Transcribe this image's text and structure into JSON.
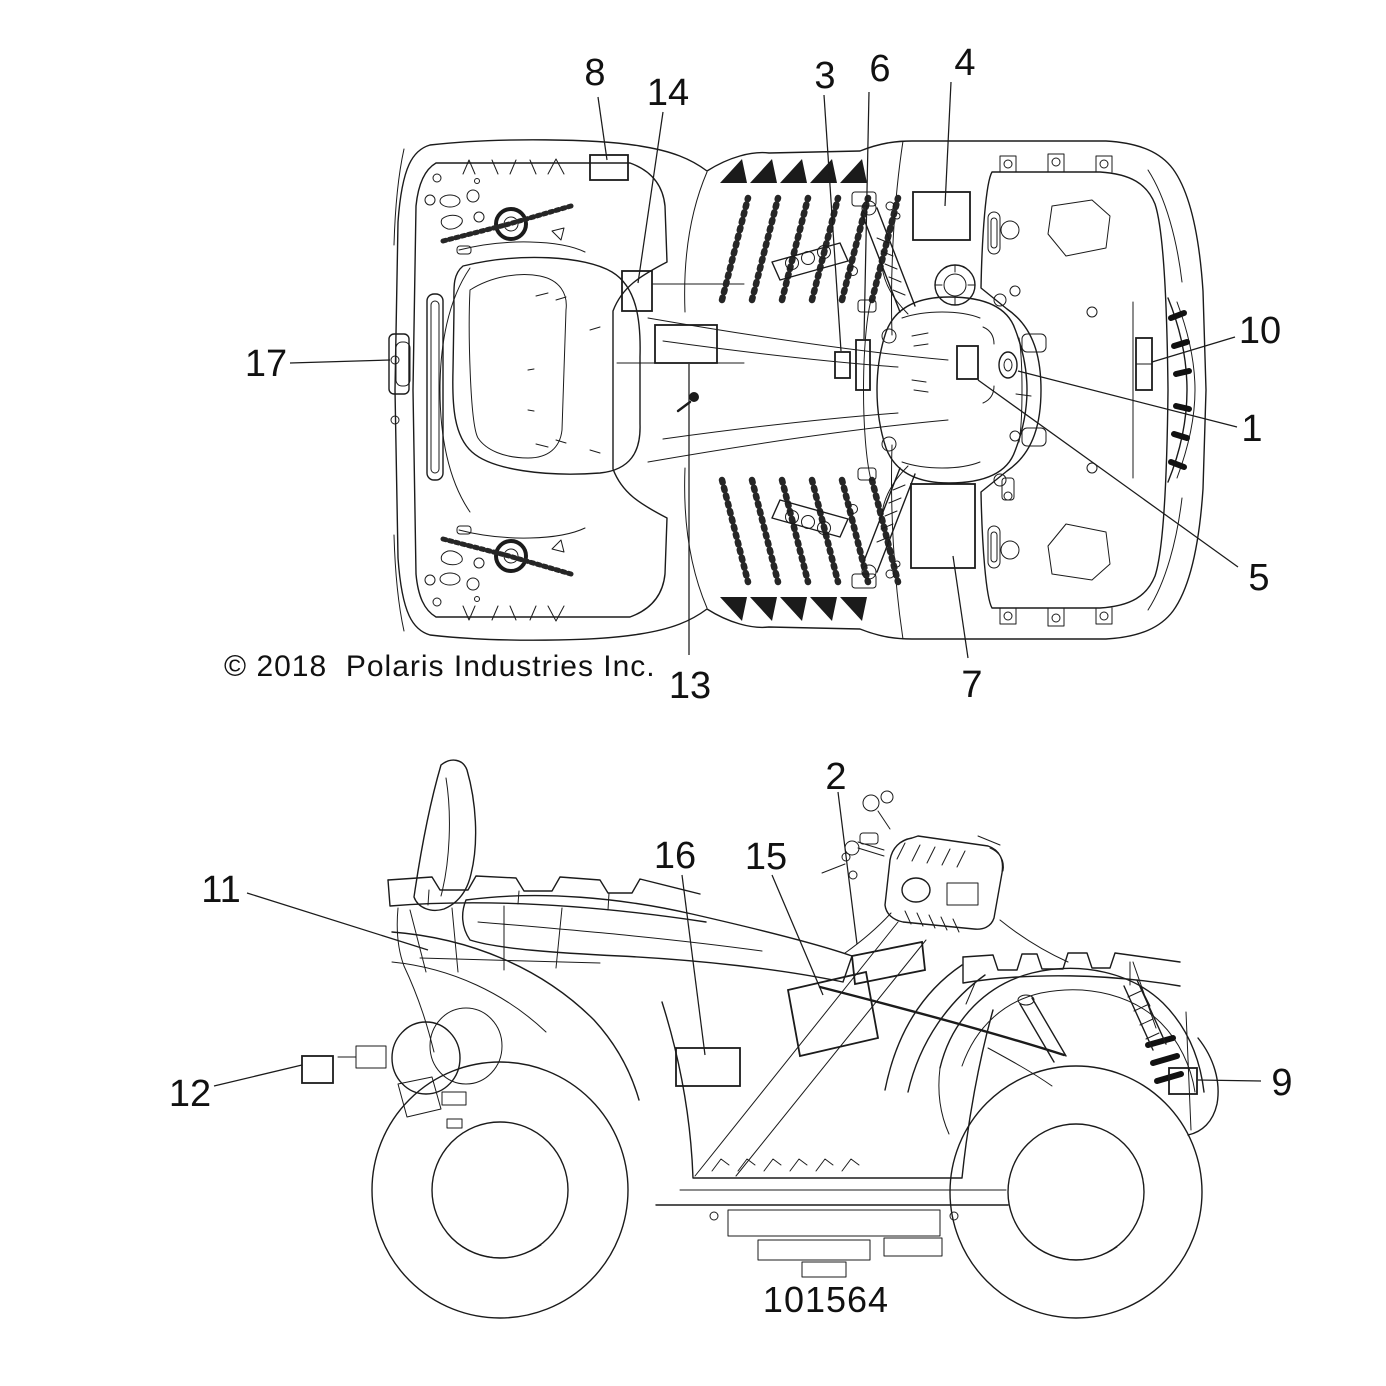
{
  "document": {
    "copyright": "© 2018  Polaris Industries Inc.",
    "drawing_number": "101564"
  },
  "callouts": [
    {
      "id": 1,
      "label": "1"
    },
    {
      "id": 2,
      "label": "2"
    },
    {
      "id": 3,
      "label": "3"
    },
    {
      "id": 4,
      "label": "4"
    },
    {
      "id": 5,
      "label": "5"
    },
    {
      "id": 6,
      "label": "6"
    },
    {
      "id": 7,
      "label": "7"
    },
    {
      "id": 8,
      "label": "8"
    },
    {
      "id": 9,
      "label": "9"
    },
    {
      "id": 10,
      "label": "10"
    },
    {
      "id": 11,
      "label": "11"
    },
    {
      "id": 12,
      "label": "12"
    },
    {
      "id": 13,
      "label": "13"
    },
    {
      "id": 14,
      "label": "14"
    },
    {
      "id": 15,
      "label": "15"
    },
    {
      "id": 16,
      "label": "16"
    },
    {
      "id": 17,
      "label": "17"
    }
  ]
}
